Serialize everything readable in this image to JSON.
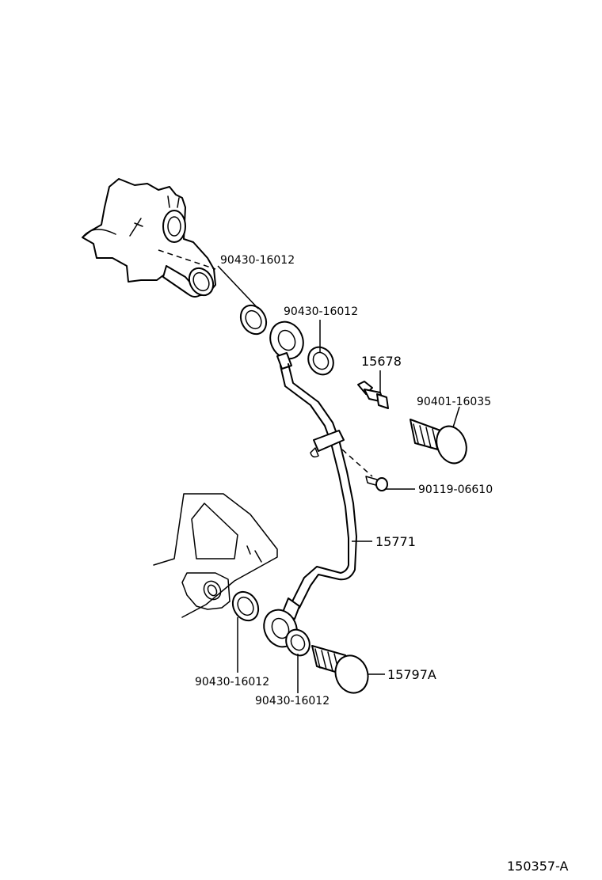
{
  "labels": {
    "gasket_upper_left": "90430-16012",
    "gasket_upper_right": "90430-16012",
    "part_15678": "15678",
    "bolt_upper": "90401-16035",
    "small_bolt": "90119-06610",
    "pipe": "15771",
    "bolt_lower": "15797A",
    "gasket_lower_left": "90430-16012",
    "gasket_lower_right": "90430-16012",
    "drawing_number": "150357-A"
  }
}
